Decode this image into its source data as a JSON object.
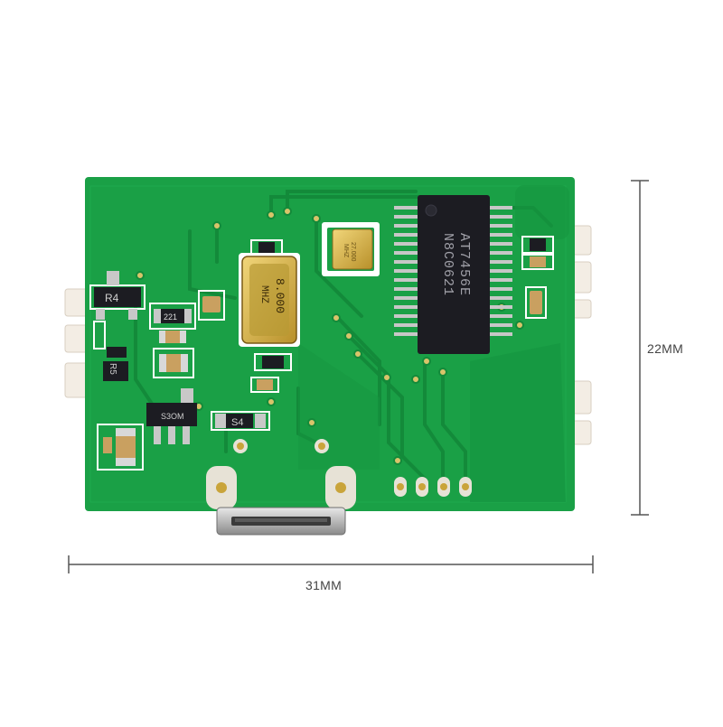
{
  "dimensions": {
    "width_label": "31MM",
    "height_label": "22MM"
  },
  "board": {
    "chip_line1": "AT7456E",
    "chip_line2": "N8C0621",
    "crystal_main_line1": "8.000",
    "crystal_main_line2": "MHZ",
    "crystal_small_line1": "27.000",
    "crystal_small_line2": "MHZ",
    "label_r4": "R4",
    "label_r5": "R5",
    "label_s4": "S4",
    "label_221": "221",
    "label_s3": "S3OM"
  },
  "colors": {
    "pcb": "#1aa046",
    "pcb_dark": "#138a3a",
    "silkscreen": "#ffffff",
    "chip": "#1c1c22",
    "gold": "#c9a43a",
    "dimension_line": "#555555"
  }
}
